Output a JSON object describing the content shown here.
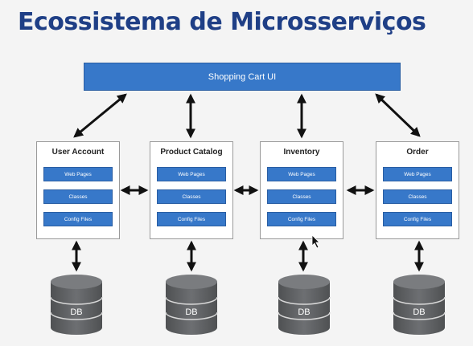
{
  "title": "Ecossistema de Microsserviços",
  "top_bar": {
    "label": "Shopping Cart UI"
  },
  "services": [
    {
      "name": "User Account",
      "chips": [
        "Web Pages",
        "Classes",
        "Config Files"
      ]
    },
    {
      "name": "Product Catalog",
      "chips": [
        "Web Pages",
        "Classes",
        "Config Files"
      ]
    },
    {
      "name": "Inventory",
      "chips": [
        "Web Pages",
        "Classes",
        "Config Files"
      ]
    },
    {
      "name": "Order",
      "chips": [
        "Web Pages",
        "Classes",
        "Config Files"
      ]
    }
  ],
  "databases": [
    "DB",
    "DB",
    "DB",
    "DB"
  ],
  "colors": {
    "title": "#1f3f86",
    "box_blue": "#3778c9",
    "db_gray": "#5d5f61"
  }
}
